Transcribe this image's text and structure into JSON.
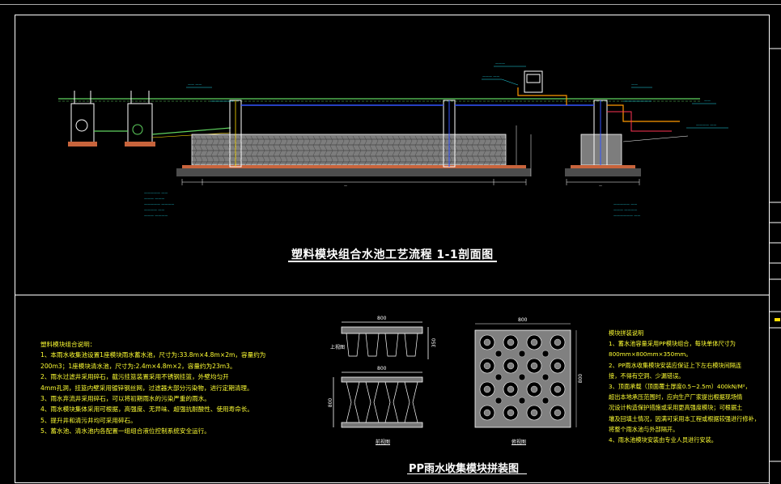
{
  "drawing": {
    "section_title": "塑料模块组合水池工艺流程 1-1剖面图",
    "assembly_title": "PP雨水收集模块拼装图",
    "left_notes": {
      "heading": "塑料模块组合说明：",
      "lines": [
        "1、本雨水收集池设置1座模块雨水蓄水池，尺寸为:33.8m×4.8m×2m，容量约为",
        "200m3；1座模块清水池，尺寸为:2.4m×4.8m×2，容量约为23m3。",
        "2、雨水过滤井采用碎石，截污挂篮装置采用不锈钢挂篮，外壁均匀开",
        "4mm孔洞，挂篮内壁采用镀锌钢丝网，过滤器大部分污染物，进行定期清理。",
        "3、雨水弃流井采用碎石，可以将初期雨水的污染严重的雨水。",
        "4、雨水模块集体采用可根据，高强度、无异味、超强抗耐酸性、使用寿命长。",
        "5、提升井和清污井均可采用碎石。",
        "5、蓄水池、清水池内各配置一组组合液位控制系统安全运行。"
      ]
    },
    "right_notes": {
      "heading": "模块拼装说明",
      "lines": [
        "1、蓄水池容量采用PP模块组合，每块单体尺寸为",
        "800mm×800mm×350mm。",
        "2、PP雨水收集模块安装应保证上下左右模块间隔连",
        "接，不得有空洞、少漏错误。",
        "3、顶面承载（顶面覆土厚度0.5~2.5m）400kN/M²，",
        "超出本地承压范围时，应向生产厂家提出根据现场情",
        "况设计构造保护措施或采用更高强度模块；可根据土",
        "壤及回填土情况，因满可采用本工程或根据较强进行修补，",
        "将整个雨水池与外部隔开。",
        "4、雨水池模块安装由专业人员进行安装。"
      ]
    },
    "dimensions": {
      "top_width": "800",
      "top_height": "350",
      "front_width": "800",
      "front_height": "800",
      "plan_width": "800",
      "plan_height": "800"
    },
    "view_labels": {
      "top_view": "上视图",
      "front_view": "前视图",
      "plan_view": "俯视图"
    },
    "colors": {
      "background": "#000000",
      "frame": "#ffffff",
      "ground": "#5fd35f",
      "pipe_blue": "#3355ff",
      "pipe_orange": "#ff9900",
      "annotation_cyan": "#22ddee",
      "notes_yellow": "#ffff33",
      "soil": "#c8643c",
      "module_fill": "#8a8a8a"
    }
  }
}
